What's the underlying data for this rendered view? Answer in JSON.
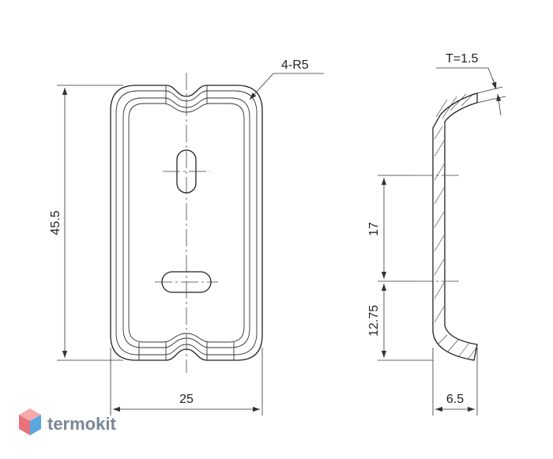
{
  "dimensions": {
    "height": "45.5",
    "width": "25",
    "radius": "4-R5",
    "thickness": "T=1.5",
    "slot_spacing": "17",
    "slot_offset": "12.75",
    "depth": "6.5"
  },
  "brand": {
    "name": "termokit"
  },
  "colors": {
    "line": "#222222",
    "logo_text": "#7a8796",
    "logo_red": "#e8737a",
    "logo_blue": "#5aa6de"
  }
}
